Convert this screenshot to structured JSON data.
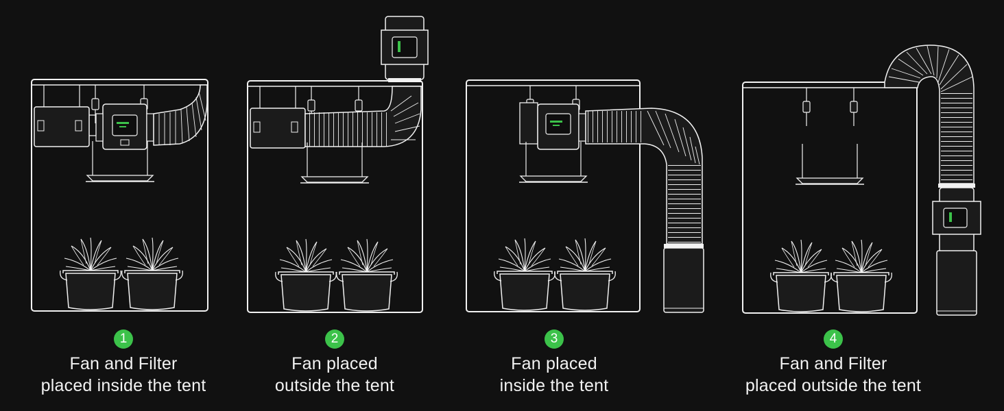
{
  "colors": {
    "background": "#111111",
    "line": "#f2f2f2",
    "accent": "#3cc24a",
    "fill_dark": "#1b1b1b"
  },
  "setups": [
    {
      "number": "1",
      "line1": "Fan and Filter",
      "line2": "placed inside the tent"
    },
    {
      "number": "2",
      "line1": "Fan placed",
      "line2": "outside the tent"
    },
    {
      "number": "3",
      "line1": "Fan placed",
      "line2": "inside the tent"
    },
    {
      "number": "4",
      "line1": "Fan and Filter",
      "line2": "placed outside the tent"
    }
  ]
}
